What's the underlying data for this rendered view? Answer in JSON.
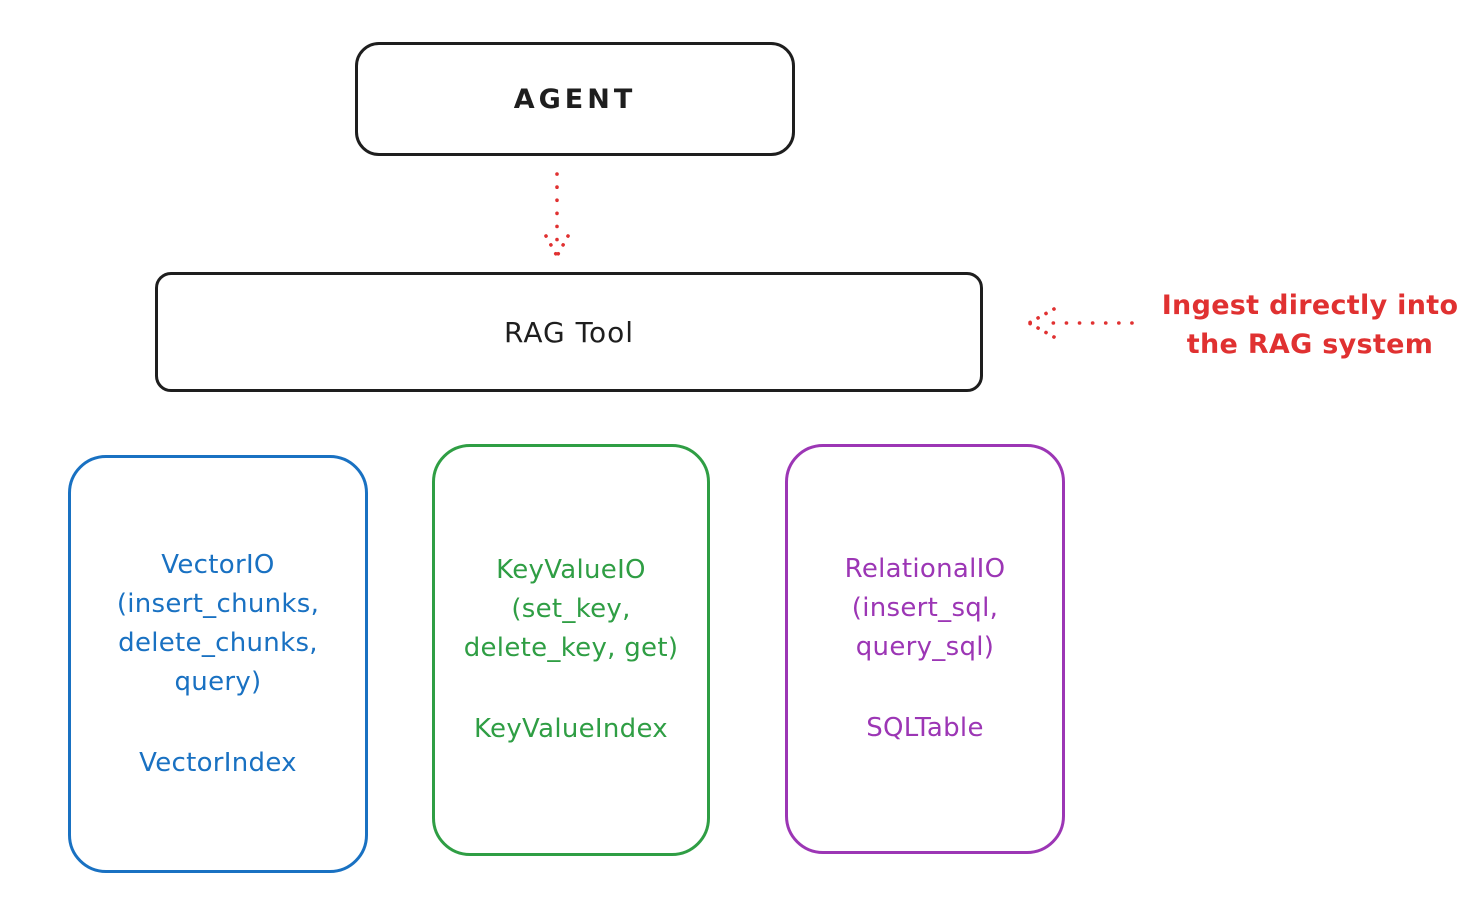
{
  "agent": {
    "label": "AGENT",
    "stroke": "#1e1e1e"
  },
  "rag_tool": {
    "label": "RAG Tool",
    "stroke": "#1e1e1e"
  },
  "ingest_annotation": {
    "text": "Ingest directly into\nthe RAG system",
    "color": "#e03131"
  },
  "arrows": {
    "agent_to_rag": {
      "style": "dotted",
      "color": "#e03131"
    },
    "ingest_into_rag": {
      "style": "dotted",
      "color": "#e03131"
    }
  },
  "nodes": [
    {
      "name": "VectorIO",
      "io_text": "VectorIO\n(insert_chunks,\ndelete_chunks,\nquery)",
      "index_text": "VectorIndex",
      "color": "#1971c2"
    },
    {
      "name": "KeyValueIO",
      "io_text": "KeyValueIO\n(set_key,\ndelete_key, get)",
      "index_text": "KeyValueIndex",
      "color": "#2f9e44"
    },
    {
      "name": "RelationalIO",
      "io_text": "RelationalIO\n(insert_sql,\nquery_sql)",
      "index_text": "SQLTable",
      "color": "#9c36b5"
    }
  ]
}
